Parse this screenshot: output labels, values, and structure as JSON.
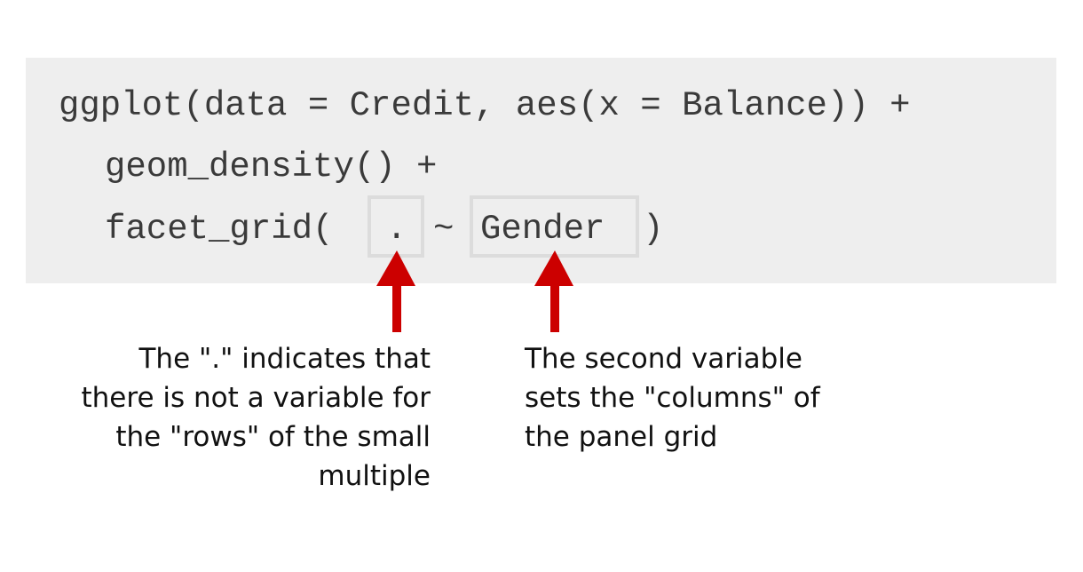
{
  "code": {
    "line1": "ggplot(data = Credit, aes(x = Balance)) +",
    "line2": "geom_density() +",
    "line3_prefix": "facet_grid(",
    "line3_dot": ".",
    "line3_tilde": "~",
    "line3_var": "Gender",
    "line3_suffix": ")"
  },
  "annotations": {
    "left_text": "The \".\" indicates that\nthere is not a variable for\nthe \"rows\" of the small\nmultiple",
    "right_text": "The second variable\nsets the \"columns\" of\nthe panel grid"
  },
  "colors": {
    "arrow": "#cc0000",
    "code_bg": "#eeeeee",
    "highlight_border": "#dcdcdc"
  }
}
